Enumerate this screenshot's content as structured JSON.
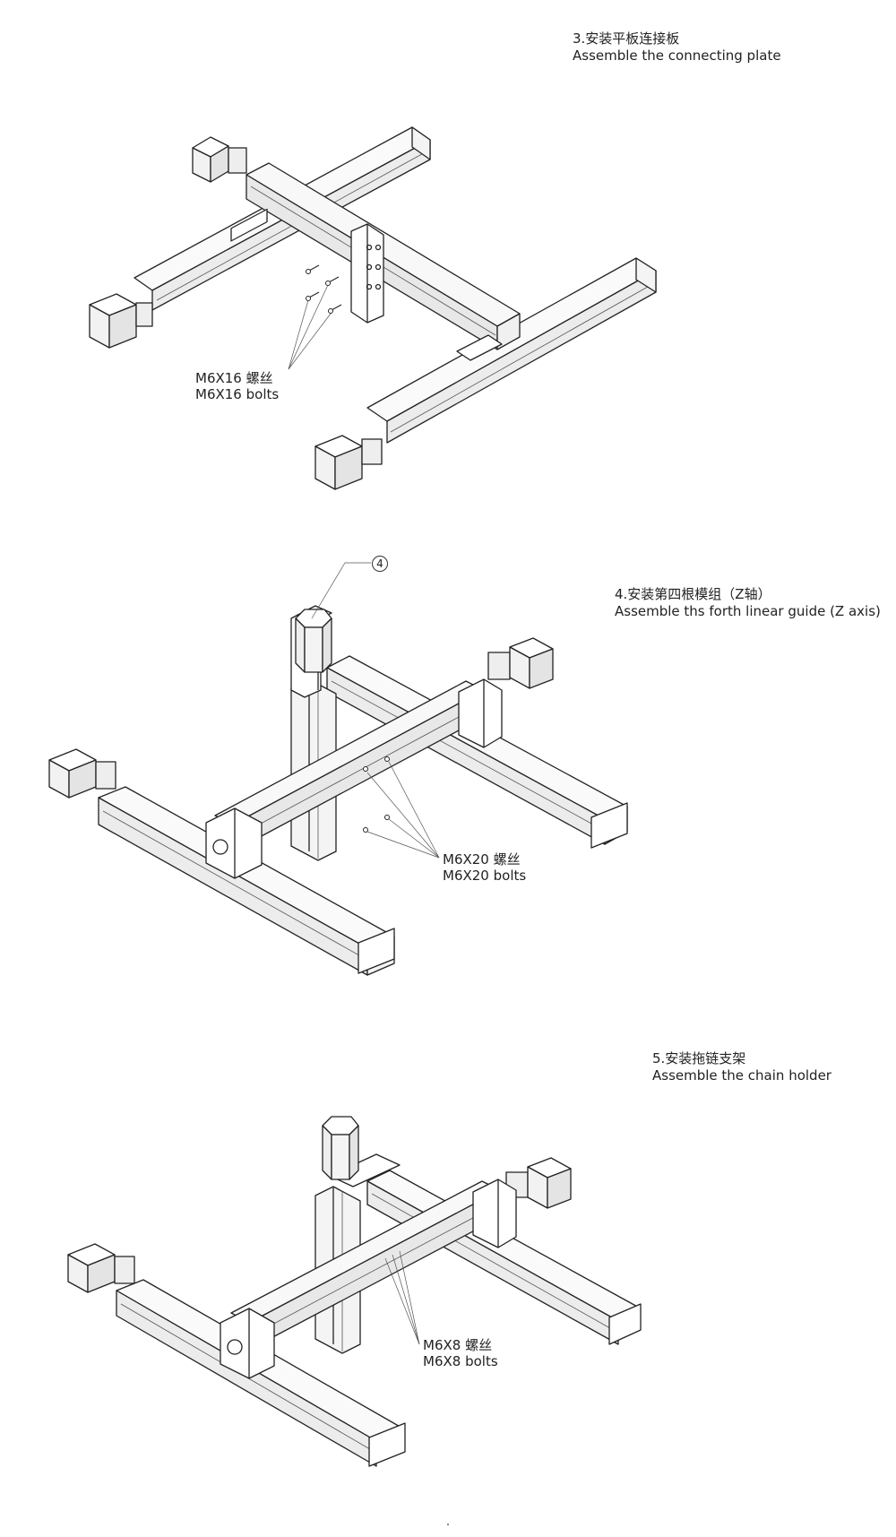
{
  "steps": [
    {
      "title_cn": "3.安装平板连接板",
      "title_en": "Assemble the connecting plate",
      "callout_cn": "M6X16 螺丝",
      "callout_en": "M6X16 bolts"
    },
    {
      "title_cn": "4.安装第四根模组（Z轴）",
      "title_en": "Assemble ths forth linear guide (Z axis)",
      "part_number": "4",
      "callout_cn": "M6X20 螺丝",
      "callout_en": "M6X20 bolts"
    },
    {
      "title_cn": "5.安装拖链支架",
      "title_en": "Assemble the chain holder",
      "callout_cn": "M6X8 螺丝",
      "callout_en": "M6X8 bolts"
    }
  ]
}
